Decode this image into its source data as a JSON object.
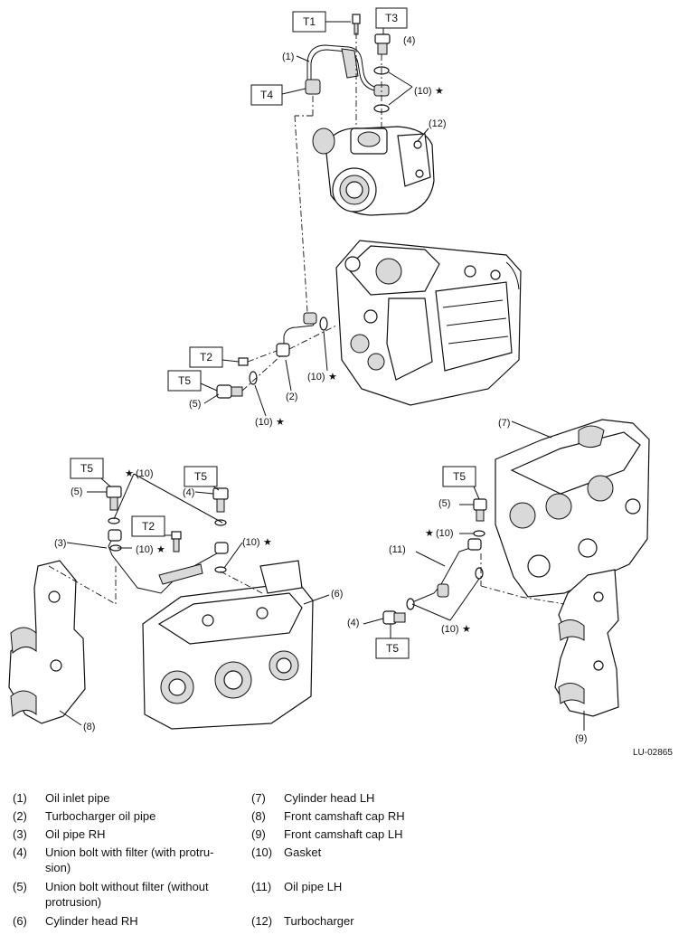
{
  "figure": {
    "reference": "LU-02865",
    "torque_tags": {
      "t1": "T1",
      "t2": "T2",
      "t3": "T3",
      "t4": "T4",
      "t5": "T5"
    },
    "callouts": {
      "p1": "(1)",
      "p2": "(2)",
      "p3": "(3)",
      "p4": "(4)",
      "p5": "(5)",
      "p6": "(6)",
      "p7": "(7)",
      "p8": "(8)",
      "p9": "(9)",
      "p10": "(10)",
      "p11": "(11)",
      "p12": "(12)",
      "star": "★"
    }
  },
  "legend": [
    {
      "num": "(1)",
      "text": "Oil inlet pipe"
    },
    {
      "num": "(2)",
      "text": "Turbocharger oil pipe"
    },
    {
      "num": "(3)",
      "text": "Oil pipe RH"
    },
    {
      "num": "(4)",
      "text": "Union bolt with filter (with protru-\nsion)"
    },
    {
      "num": "(5)",
      "text": "Union bolt without filter (without\nprotrusion)"
    },
    {
      "num": "(6)",
      "text": "Cylinder head RH"
    },
    {
      "num": "(7)",
      "text": "Cylinder head LH"
    },
    {
      "num": "(8)",
      "text": "Front camshaft cap RH"
    },
    {
      "num": "(9)",
      "text": "Front camshaft cap LH"
    },
    {
      "num": "(10)",
      "text": "Gasket"
    },
    {
      "num": "(11)",
      "text": "Oil pipe LH"
    },
    {
      "num": "(12)",
      "text": "Turbocharger"
    }
  ]
}
